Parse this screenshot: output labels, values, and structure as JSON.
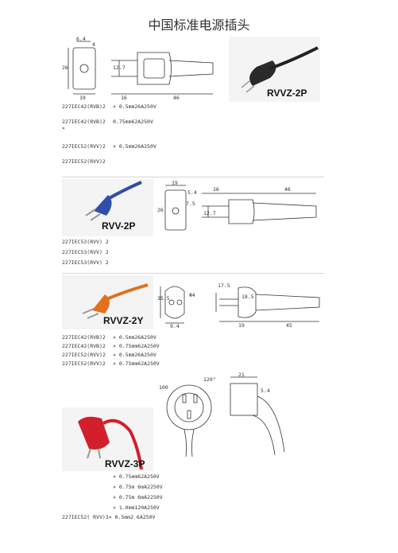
{
  "title": "中国标准电源插头",
  "photos": {
    "p1": "RVVZ-2P",
    "p2": "RVV-2P",
    "p3": "RVVZ-2Y",
    "p4": "RVVZ-3P"
  },
  "drawings": {
    "d1": {
      "w_top": "6.4",
      "w_sub": "4",
      "h_left": "26",
      "h_mid": "12.7",
      "w_bottom": "19",
      "w_a": "16",
      "w_b": "46"
    },
    "d2": {
      "w_top": "19",
      "w_sub": "5.4",
      "h_left": "26",
      "h_mid": "12.7",
      "w_a": "16",
      "w_b": "46",
      "w_bottom": "7.5"
    },
    "d3": {
      "h_left": "35.5",
      "w_bottom": "9.4",
      "dia": "Φ4",
      "h_side": "17.5",
      "h_inner": "18.5",
      "w_a": "19",
      "w_b": "45"
    },
    "d4": {
      "r": "100",
      "angle": "120°",
      "w_top": "21",
      "h_side": "5.4"
    }
  },
  "specs": {
    "s1": [
      "227IEC42(RVB)2",
      "227IEC42(RVB)2",
      "227IEC52(RVV)2",
      "227IEC52(RVV)2"
    ],
    "s1_vals": [
      "×  0.5mm26A250V",
      "0.75mm62A250V",
      "×",
      "×  0.5mm26A250V"
    ],
    "s2": [
      "227IEC53(RVV)  2",
      "227IEC53(RVV)  2",
      "227IEC53(RVV)  2"
    ],
    "s3": [
      "227IEC42(RVB)2",
      "227IEC42(RVB)2",
      "227IEC52(RVV)2",
      "227IEC52(RVV)2"
    ],
    "s3_vals": [
      "×  0.5mm26A250V",
      "×  0.75mm62A250V",
      "×  0.5mm26A250V",
      "×  0.75mm62A250V"
    ],
    "s4": [
      "×  0.75mm62A250V",
      "×  0.75m  6mA2250V",
      "×  0.75m  6mA2250V",
      "×  1.0mm120A250V"
    ],
    "s4_last": "227IEC52(  RVV)3×  0.5mm2  6A250V"
  }
}
